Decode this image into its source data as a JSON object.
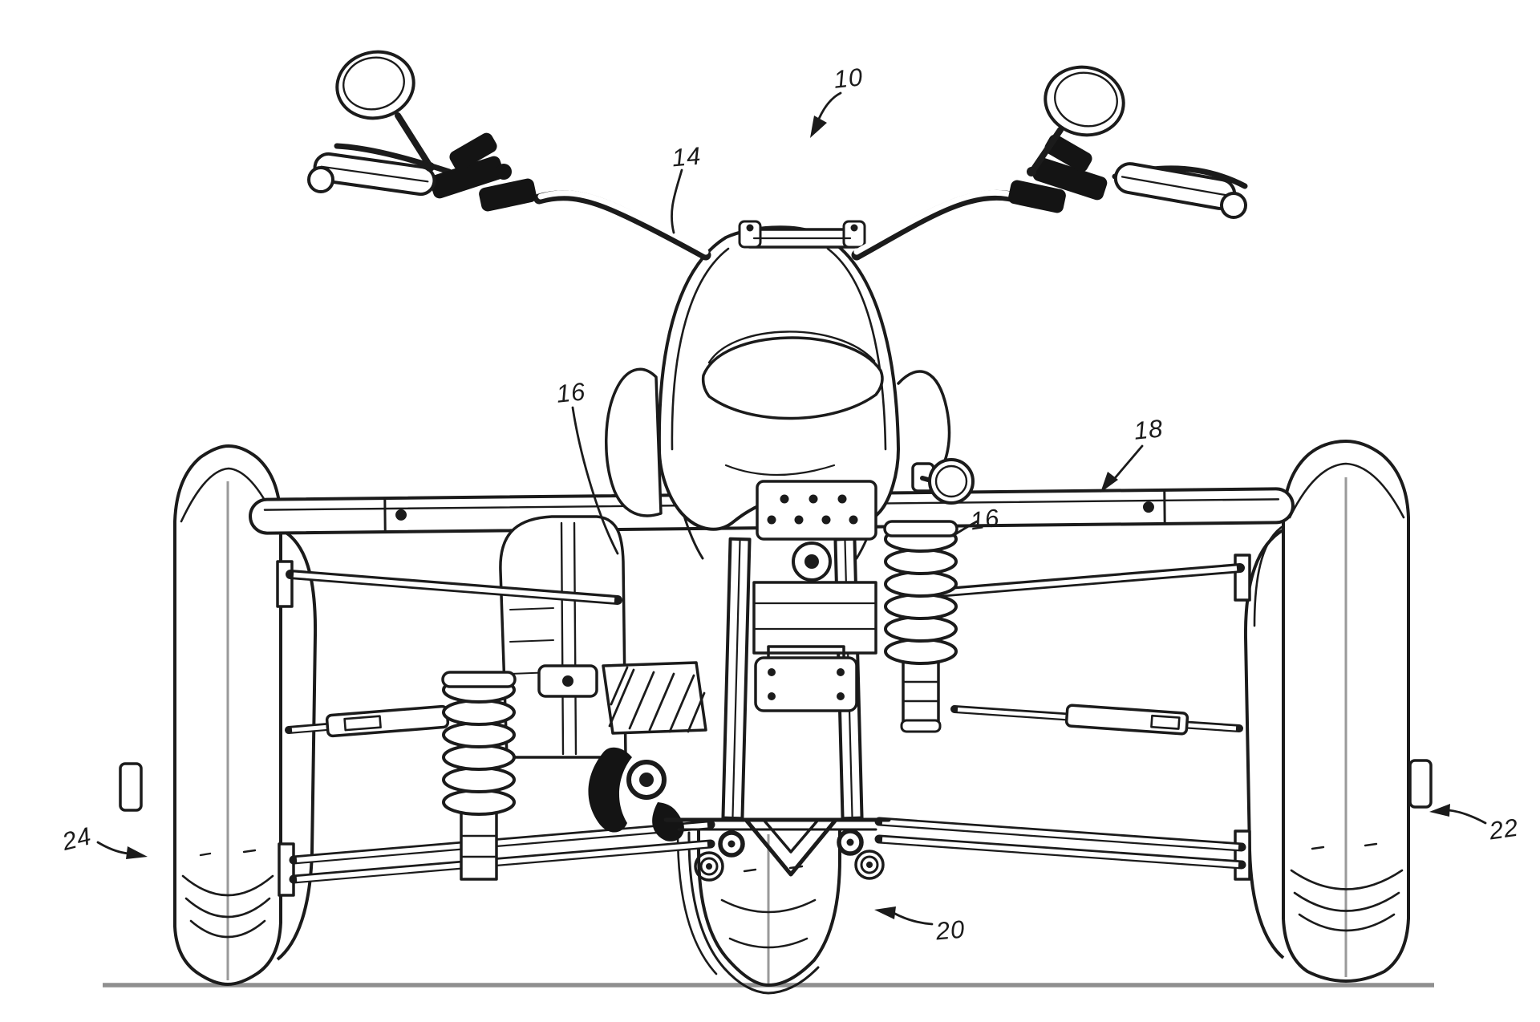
{
  "figure": {
    "background": "#ffffff",
    "ink": "#1b1b1b",
    "ground": "#8f8f8f"
  },
  "labels": {
    "ref10": "10",
    "ref14": "14",
    "ref16_left": "16",
    "ref16_right": "16",
    "ref18": "18",
    "ref20": "20",
    "ref22": "22",
    "ref24": "24"
  }
}
